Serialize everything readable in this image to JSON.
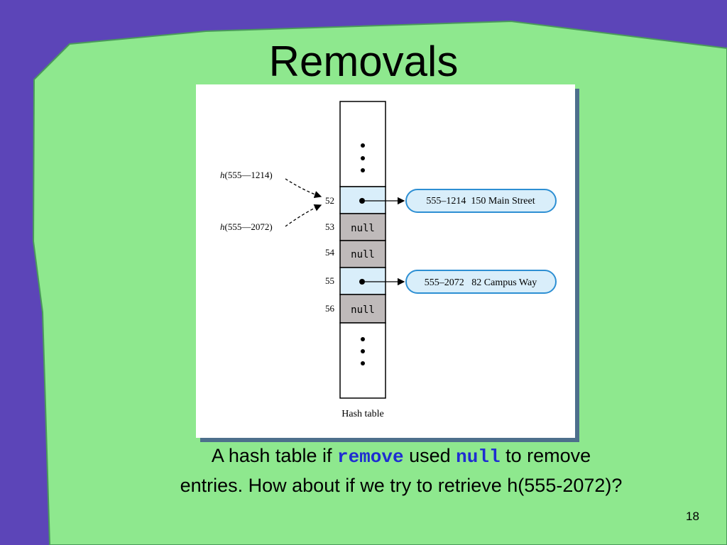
{
  "slide": {
    "title": "Removals",
    "page_number": "18",
    "colors": {
      "background_purple": "#5c45b8",
      "panel_green": "#8ee88e",
      "figure_shadow": "#4d6f8c",
      "code_blue": "#1f2dd1"
    }
  },
  "figure": {
    "hash_labels": [
      {
        "prefix": "h",
        "text": "(555—1214)"
      },
      {
        "prefix": "h",
        "text": "(555—2072)"
      }
    ],
    "rows": [
      {
        "index": "52",
        "content": "pointer"
      },
      {
        "index": "53",
        "content": "null"
      },
      {
        "index": "54",
        "content": "null"
      },
      {
        "index": "55",
        "content": "pointer"
      },
      {
        "index": "56",
        "content": "null"
      }
    ],
    "null_text": "null",
    "entries": [
      {
        "label": "555–1214  150 Main Street",
        "row": "52"
      },
      {
        "label": "555–2072   82 Campus Way",
        "row": "55"
      }
    ],
    "table_caption": "Hash table",
    "colors": {
      "pointer_cell": "#d9eefa",
      "null_cell": "#bfbaba",
      "entry_fill": "#d9eefa",
      "entry_stroke": "#2d8fd3"
    }
  },
  "caption": {
    "part1": "A hash table if ",
    "code1": "remove",
    "part2": " used ",
    "code2": "null",
    "part3": " to remove entries. How about if we try to retrieve h(555-2072)?"
  }
}
